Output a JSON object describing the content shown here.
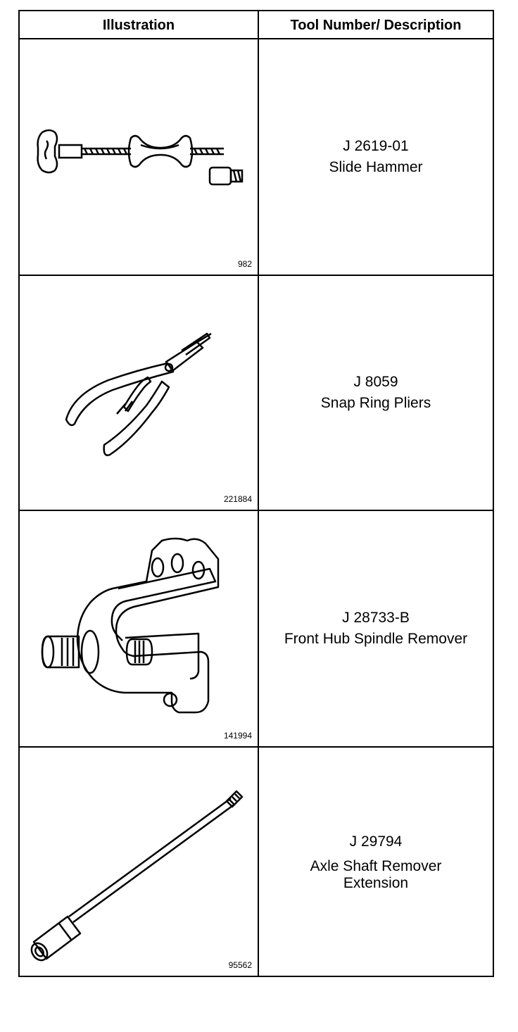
{
  "header": {
    "illustration": "Illustration",
    "description": "Tool Number/ Description"
  },
  "rows": [
    {
      "figure_number": "982",
      "tool_number": "J 2619-01",
      "description_lines": [
        "Slide Hammer"
      ],
      "icon": "slide-hammer-icon"
    },
    {
      "figure_number": "221884",
      "tool_number": "J 8059",
      "description_lines": [
        "Snap Ring Pliers"
      ],
      "icon": "snap-ring-pliers-icon"
    },
    {
      "figure_number": "141994",
      "tool_number": "J 28733-B",
      "description_lines": [
        "Front Hub Spindle Remover"
      ],
      "icon": "hub-spindle-remover-icon"
    },
    {
      "figure_number": "95562",
      "tool_number": "J 29794",
      "description_lines": [
        "Axle Shaft Remover",
        "Extension"
      ],
      "icon": "axle-shaft-extension-icon"
    }
  ]
}
